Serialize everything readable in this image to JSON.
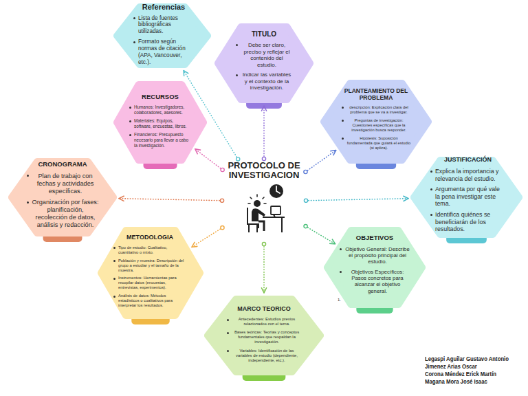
{
  "diagram": {
    "nodes": [
      {
        "text": [
          "PROTOCOLO DE INVESTIGACION"
        ]
      },
      {
        "text": [
          "Referencias",
          "Lista de fuentes bibliográficas utilizadas.",
          "Formato según normas de citación (APA, Vancouver, etc.)."
        ]
      },
      {
        "text": [
          "TITULO",
          "Debe ser claro, preciso y reflejar el contenido del estudio.",
          "Indicar las variables y el contexto de la investigación."
        ]
      },
      {
        "text": [
          "RECURSOS",
          "Humanos: Investigadores, colaboradores, asesores.",
          "Materiales: Equipos, software, encuestas, libros.",
          "Financieros: Presupuesto necesario para llevar a cabo la investigación."
        ]
      },
      {
        "text": [
          "PLANTEAMIENTO DEL PROBLEMA",
          "descripción: Explicación clara del problema que se va a investigar.",
          "Preguntas de investigación: Cuestiones específicas que la investigación busca responder.",
          "Hipótesis: Suposición fundamentada que guiará el estudio (si aplica)."
        ]
      },
      {
        "text": [
          "CRONOGRAMA",
          "Plan de trabajo con fechas y actividades específicas.",
          "Organización por fases: planificación, recolección de datos, análisis y redacción."
        ]
      },
      {
        "text": [
          "JUSTIFICACIÓN",
          "Explica la importancia y relevancia del estudio.",
          "Argumenta por qué vale la pena investigar este tema.",
          "Identifica quiénes se beneficiarán de los resultados."
        ]
      },
      {
        "text": [
          "METODOLOGIA",
          "Tipo de estudio: Cualitativo, cuantitativo o mixto.",
          "Población y muestra: Descripción del grupo a estudiar y el tamaño de la muestra.",
          "Instrumentos: Herramientas para recopilar datos (encuestas, entrevistas, experimentos).",
          "Análisis de datos: Métodos estadísticos o cualitativos para interpretar los resultados."
        ]
      },
      {
        "text": [
          "OBJETIVOS",
          "Objetivo General: Describe el propósito principal del estudio.",
          "Objetivos Específicos: Pasos concretos para alcanzar el objetivo general."
        ]
      },
      {
        "text": [
          "MARCO TEORICO",
          "Antecedentes: Estudios previos relacionados con el tema.",
          "Bases teóricas: Teorías y conceptos fundamentales que respaldan la investigación.",
          "Variables: Identificación de las variables de estudio (dependiente, independiente, etc.)."
        ]
      }
    ],
    "edges": [
      {
        "from": 0,
        "to": 1,
        "arrow": "to"
      },
      {
        "from": 0,
        "to": 2,
        "arrow": "to"
      },
      {
        "from": 0,
        "to": 3,
        "arrow": "to"
      },
      {
        "from": 0,
        "to": 4,
        "arrow": "to"
      },
      {
        "from": 0,
        "to": 5,
        "arrow": "to"
      },
      {
        "from": 0,
        "to": 6,
        "arrow": "to"
      },
      {
        "from": 0,
        "to": 7,
        "arrow": "to"
      },
      {
        "from": 0,
        "to": 8,
        "arrow": "to"
      },
      {
        "from": 0,
        "to": 9,
        "arrow": "to"
      }
    ],
    "labels": [
      "1.",
      "Legaspi Aguilar Gustavo Antonio",
      "Jimenez Arias Oscar",
      "Corona Méndez Erick Martín",
      "Magana Mora José Isaac"
    ]
  }
}
